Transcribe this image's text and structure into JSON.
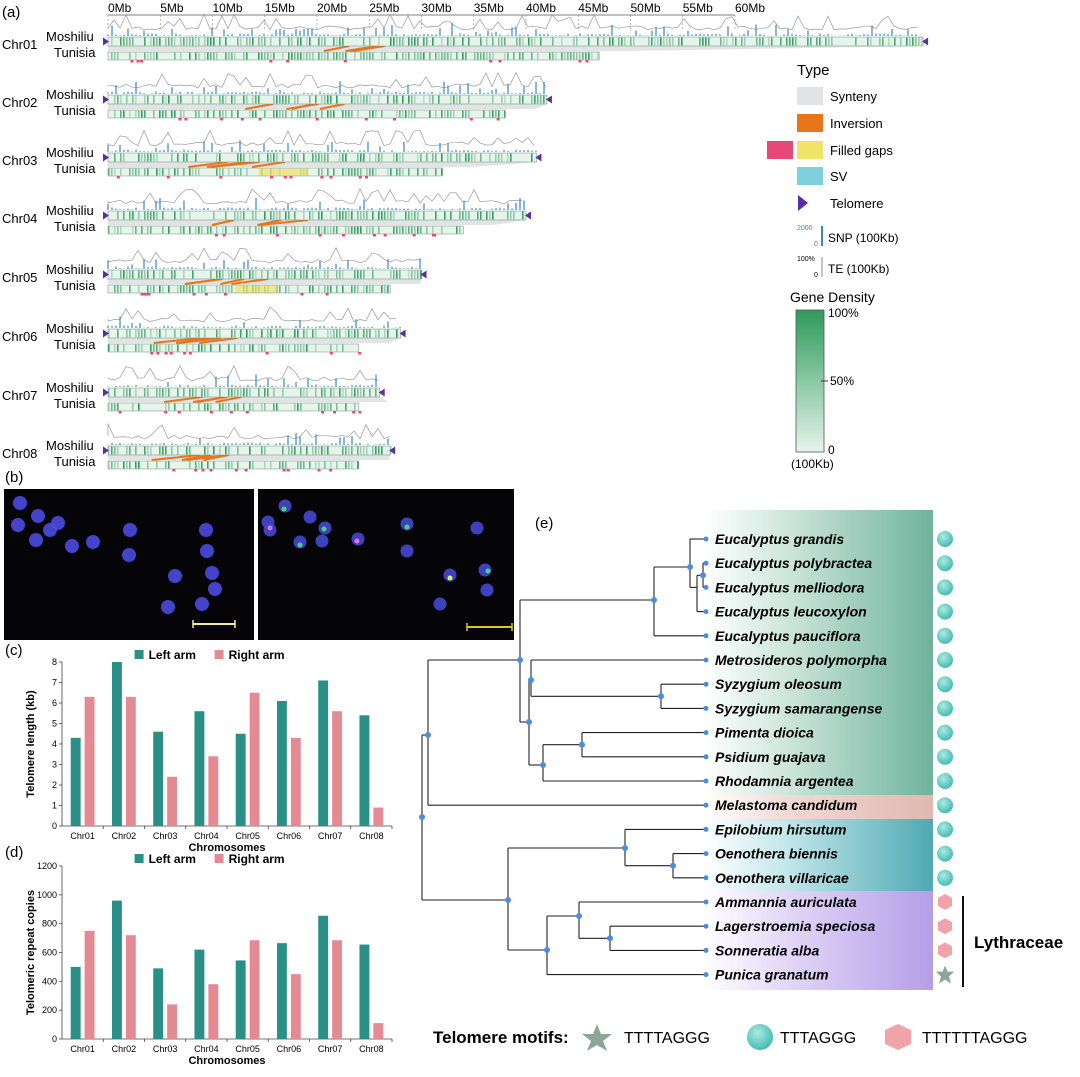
{
  "panels": {
    "a": {
      "label": "(a)"
    },
    "b": {
      "label": "(b)"
    },
    "c": {
      "label": "(c)"
    },
    "d": {
      "label": "(d)"
    },
    "e": {
      "label": "(e)"
    }
  },
  "colors": {
    "synteny": "#e2e3e5",
    "inversion": "#e8751a",
    "filled_gap_pink": "#e8477a",
    "filled_gap_yellow": "#f0e36a",
    "sv": "#7ed0dc",
    "telomere": "#5b2d9e",
    "snp": "#3a86c8",
    "te": "#9a9a9a",
    "gene_dark": "#2e9a5a",
    "gene_light": "#e6f4ec",
    "left_arm": "#2a8f86",
    "right_arm": "#e48a93",
    "myrtaceae_bg": "#6fb39c",
    "melastoma_bg": "#e2b7b1",
    "onagraceae_bg": "#4fa9b3",
    "lythraceae_bg": "#b59ee8",
    "node": "#4a8fdd",
    "motif_star": "#8aa79a",
    "motif_circle": "#5cc8c0",
    "motif_hex": "#f0a3a8"
  },
  "chromosome_map": {
    "axis_ticks": [
      "0Mb",
      "5Mb",
      "10Mb",
      "15Mb",
      "20Mb",
      "25Mb",
      "30Mb",
      "35Mb",
      "40Mb",
      "45Mb",
      "50Mb",
      "55Mb",
      "60Mb"
    ],
    "axis_max_mb": 60,
    "genome_a": "Moshiliu",
    "genome_b": "Tunisia",
    "chromosomes": [
      {
        "name": "Chr01",
        "moshiliu_mb": 78,
        "tunisia_mb": 47
      },
      {
        "name": "Chr02",
        "moshiliu_mb": 42,
        "tunisia_mb": 38
      },
      {
        "name": "Chr03",
        "moshiliu_mb": 41,
        "tunisia_mb": 32
      },
      {
        "name": "Chr04",
        "moshiliu_mb": 40,
        "tunisia_mb": 34
      },
      {
        "name": "Chr05",
        "moshiliu_mb": 30,
        "tunisia_mb": 27
      },
      {
        "name": "Chr06",
        "moshiliu_mb": 28,
        "tunisia_mb": 24
      },
      {
        "name": "Chr07",
        "moshiliu_mb": 26,
        "tunisia_mb": 24
      },
      {
        "name": "Chr08",
        "moshiliu_mb": 27,
        "tunisia_mb": 24
      }
    ]
  },
  "legend": {
    "type_title": "Type",
    "synteny": "Synteny",
    "inversion": "Inversion",
    "filled_gaps": "Filled gaps",
    "sv": "SV",
    "telomere": "Telomere",
    "snp": "SNP  (100Kb)",
    "snp_max": "2000",
    "snp_min": "0",
    "te": "TE  (100Kb)",
    "te_max": "100%",
    "te_min": "0",
    "gene_density_title": "Gene Density",
    "gd_top": "100%",
    "gd_mid": "50%",
    "gd_bottom": "0",
    "gd_unit": "(100Kb)"
  },
  "chart_data": [
    {
      "type": "bar",
      "panel": "c",
      "categories": [
        "Chr01",
        "Chr02",
        "Chr03",
        "Chr04",
        "Chr05",
        "Chr06",
        "Chr07",
        "Chr08"
      ],
      "series": [
        {
          "name": "Left arm",
          "values": [
            4.3,
            8.0,
            4.6,
            5.6,
            4.5,
            6.1,
            7.1,
            5.4
          ]
        },
        {
          "name": "Right arm",
          "values": [
            6.3,
            6.3,
            2.4,
            3.4,
            6.5,
            4.3,
            5.6,
            0.9
          ]
        }
      ],
      "xlabel": "Chromosomes",
      "ylabel": "Telomere length (kb)",
      "ylim": [
        0,
        8
      ],
      "yticks": [
        "0",
        "1",
        "2",
        "3",
        "4",
        "5",
        "6",
        "7",
        "8"
      ],
      "legend_position": "top"
    },
    {
      "type": "bar",
      "panel": "d",
      "categories": [
        "Chr01",
        "Chr02",
        "Chr03",
        "Chr04",
        "Chr05",
        "Chr06",
        "Chr07",
        "Chr08"
      ],
      "series": [
        {
          "name": "Left arm",
          "values": [
            500,
            960,
            490,
            620,
            545,
            665,
            855,
            655
          ]
        },
        {
          "name": "Right arm",
          "values": [
            750,
            720,
            240,
            380,
            685,
            450,
            685,
            110
          ]
        }
      ],
      "xlabel": "Chromosomes",
      "ylabel": "Telomeric repeat copies",
      "ylim": [
        0,
        1200
      ],
      "yticks": [
        "0",
        "200",
        "400",
        "600",
        "800",
        "1000",
        "1200"
      ],
      "legend_position": "top"
    }
  ],
  "tree": {
    "species": [
      {
        "name": "Eucalyptus grandis",
        "motif": "circle",
        "group": "myrtaceae"
      },
      {
        "name": "Eucalyptus polybractea",
        "motif": "circle",
        "group": "myrtaceae"
      },
      {
        "name": "Eucalyptus melliodora",
        "motif": "circle",
        "group": "myrtaceae"
      },
      {
        "name": "Eucalyptus leucoxylon",
        "motif": "circle",
        "group": "myrtaceae"
      },
      {
        "name": "Eucalyptus pauciflora",
        "motif": "circle",
        "group": "myrtaceae"
      },
      {
        "name": "Metrosideros polymorpha",
        "motif": "circle",
        "group": "myrtaceae"
      },
      {
        "name": "Syzygium oleosum",
        "motif": "circle",
        "group": "myrtaceae"
      },
      {
        "name": "Syzygium samarangense",
        "motif": "circle",
        "group": "myrtaceae"
      },
      {
        "name": "Pimenta dioica",
        "motif": "circle",
        "group": "myrtaceae"
      },
      {
        "name": "Psidium guajava",
        "motif": "circle",
        "group": "myrtaceae"
      },
      {
        "name": "Rhodamnia argentea",
        "motif": "circle",
        "group": "myrtaceae"
      },
      {
        "name": "Melastoma candidum",
        "motif": "circle",
        "group": "melastoma"
      },
      {
        "name": "Epilobium hirsutum",
        "motif": "circle",
        "group": "onagraceae"
      },
      {
        "name": "Oenothera biennis",
        "motif": "circle",
        "group": "onagraceae"
      },
      {
        "name": "Oenothera villaricae",
        "motif": "circle",
        "group": "onagraceae"
      },
      {
        "name": "Ammannia auriculata",
        "motif": "hex",
        "group": "lythraceae"
      },
      {
        "name": "Lagerstroemia speciosa",
        "motif": "hex",
        "group": "lythraceae"
      },
      {
        "name": "Sonneratia alba",
        "motif": "hex",
        "group": "lythraceae"
      },
      {
        "name": "Punica granatum",
        "motif": "star",
        "group": "lythraceae"
      }
    ],
    "clade_label": "Lythraceae",
    "motifs_title": "Telomere motifs:",
    "motif_star": "TTTTAGGG",
    "motif_circle": "TTTAGGG",
    "motif_hex": "TTTTTTAGGG"
  }
}
